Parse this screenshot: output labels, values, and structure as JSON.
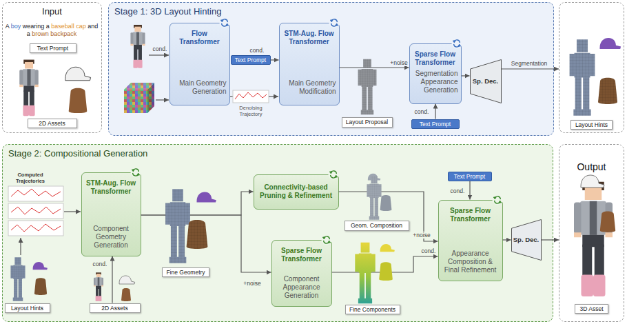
{
  "diagram": {
    "nodes": [
      {
        "text": [
          "Input"
        ]
      },
      {
        "text": [
          "Text Prompt"
        ],
        "in": 0
      },
      {
        "text": [
          "2D Assets"
        ],
        "in": 0
      },
      {
        "text": [
          "Stage 1: 3D Layout Hinting"
        ]
      },
      {
        "text": [
          "Flow Transformer",
          "Main Geometry Generation"
        ],
        "in": 3
      },
      {
        "text": [
          "Text Prompt"
        ],
        "in": 3
      },
      {
        "text": [
          "STM-Aug. Flow Transformer",
          "Main Geometry Modification"
        ],
        "in": 3
      },
      {
        "text": [
          "Layout Proposal"
        ],
        "in": 3
      },
      {
        "text": [
          "Sparse Flow Transformer",
          "Segmentation Appearance Generation"
        ],
        "in": 3
      },
      {
        "text": [
          "Text Prompt"
        ],
        "in": 3
      },
      {
        "text": [
          "Sp. Dec."
        ],
        "in": 3
      },
      {
        "text": [
          "Layout Hints"
        ]
      },
      {
        "text": [
          "Stage 2: Compositional Generation"
        ]
      },
      {
        "text": [
          "Layout Hints"
        ],
        "in": 12
      },
      {
        "text": [
          "2D Assets"
        ],
        "in": 12
      },
      {
        "text": [
          "STM-Aug. Flow Transformer",
          "Component Geometry Generation"
        ],
        "in": 12
      },
      {
        "text": [
          "Fine Geometry"
        ],
        "in": 12
      },
      {
        "text": [
          "Connectivity-based Pruning & Refinement"
        ],
        "in": 12
      },
      {
        "text": [
          "Geom. Composition"
        ],
        "in": 12
      },
      {
        "text": [
          "Sparse Flow Transformer",
          "Component Appearance Generation"
        ],
        "in": 12
      },
      {
        "text": [
          "Fine Components"
        ],
        "in": 12
      },
      {
        "text": [
          "Text Prompt"
        ],
        "in": 12
      },
      {
        "text": [
          "Sparse Flow Transformer",
          "Appearance Composition & Final Refinement"
        ],
        "in": 12
      },
      {
        "text": [
          "Sp. Dec."
        ],
        "in": 12
      },
      {
        "text": [
          "Output",
          "3D Asset"
        ]
      }
    ],
    "edges": [
      {
        "from": 5,
        "to": 6,
        "arrow": "to",
        "label": "cond."
      },
      {
        "from": 6,
        "to": 8,
        "arrow": "to",
        "label": "+noise"
      },
      {
        "from": 9,
        "to": 8,
        "arrow": "to",
        "label": "cond."
      },
      {
        "from": 8,
        "to": 10,
        "arrow": "to"
      },
      {
        "from": 10,
        "to": 11,
        "arrow": "to",
        "label": "Segmentation"
      },
      {
        "from": 14,
        "to": 15,
        "arrow": "to",
        "label": "cond."
      },
      {
        "from": 15,
        "to": 17,
        "arrow": "to"
      },
      {
        "from": 15,
        "to": 19,
        "arrow": "to",
        "label": "+noise"
      },
      {
        "from": 17,
        "to": 22,
        "arrow": "to",
        "label": "+noise"
      },
      {
        "from": 19,
        "to": 22,
        "arrow": "to",
        "label": "cond."
      },
      {
        "from": 21,
        "to": 22,
        "arrow": "to",
        "label": "cond."
      },
      {
        "from": 22,
        "to": 23,
        "arrow": "to"
      },
      {
        "from": 23,
        "to": 24,
        "arrow": "to"
      }
    ],
    "labels": [
      "A boy wearing a baseball cap and a brown backpack",
      "cond.",
      "Denoising Trajectory",
      "Computed Trajectories"
    ]
  }
}
